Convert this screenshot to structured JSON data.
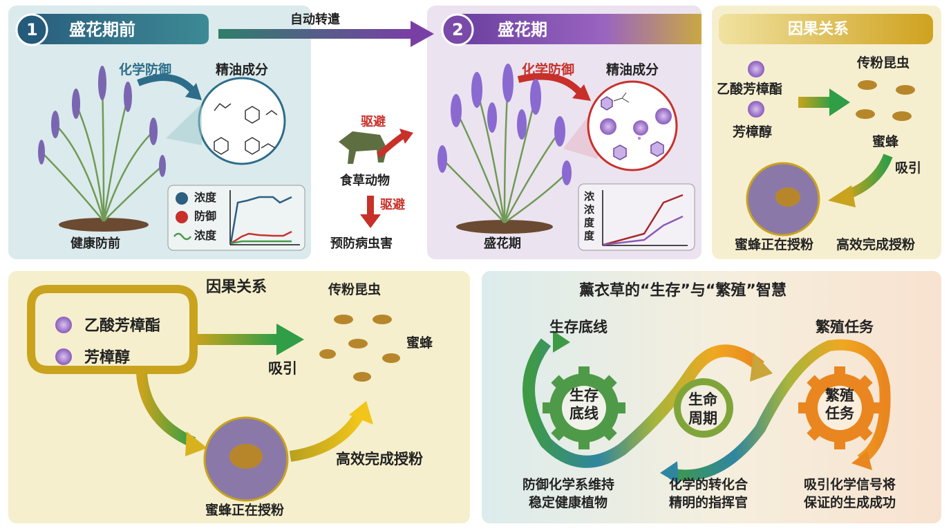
{
  "panel1": {
    "number": "1",
    "title": "盛花期前",
    "defense_label": "化学防御",
    "oil_label": "精油成分",
    "plant_caption": "健康防前",
    "legend": [
      "浓度",
      "防御",
      "浓度"
    ]
  },
  "transition": {
    "label": "自动转遣"
  },
  "middle": {
    "repel_top": "驱避",
    "herbivore": "食草动物",
    "repel_bottom": "驱避",
    "prevent": "预防病虫害"
  },
  "panel2": {
    "number": "2",
    "title": "盛花期",
    "defense_label": "化学防御",
    "oil_label": "精油成分",
    "plant_caption": "盛花期",
    "chart_ylabel": "浓浓度度"
  },
  "panel3": {
    "title": "因果关系",
    "compound1": "乙酸芳樟酯",
    "compound2": "芳樟醇",
    "insects": "传粉昆虫",
    "bee": "蜜蜂",
    "attract": "吸引",
    "caption_left": "蜜蜂正在授粉",
    "caption_right": "高效完成授粉"
  },
  "panel4": {
    "title": "因果关系",
    "compound1": "乙酸芳樟酯",
    "compound2": "芳樟醇",
    "attract": "吸引",
    "insects": "传粉昆虫",
    "bee": "蜜蜂",
    "efficient": "高效完成授粉",
    "caption": "蜜蜂正在授粉"
  },
  "panel5": {
    "title": "薰衣草的“生存”与“繁殖”智慧",
    "left_heading": "生存底线",
    "right_heading": "繁殖任务",
    "gear_left": [
      "生存",
      "底线"
    ],
    "gear_mid": [
      "生命",
      "周期"
    ],
    "gear_right": [
      "繁殖",
      "任务"
    ],
    "desc_left": [
      "防御化学系维持",
      "稳定健康植物"
    ],
    "desc_mid": [
      "化学的转化合",
      "精明的指挥官"
    ],
    "desc_right": [
      "吸引化学信号将",
      "保证的生成成功"
    ]
  },
  "colors": {
    "teal": "#2d6d8a",
    "purple": "#7a4aa8",
    "red": "#c8302a",
    "green": "#3f9a45",
    "orange": "#e9861f",
    "gold": "#d8b21e"
  }
}
